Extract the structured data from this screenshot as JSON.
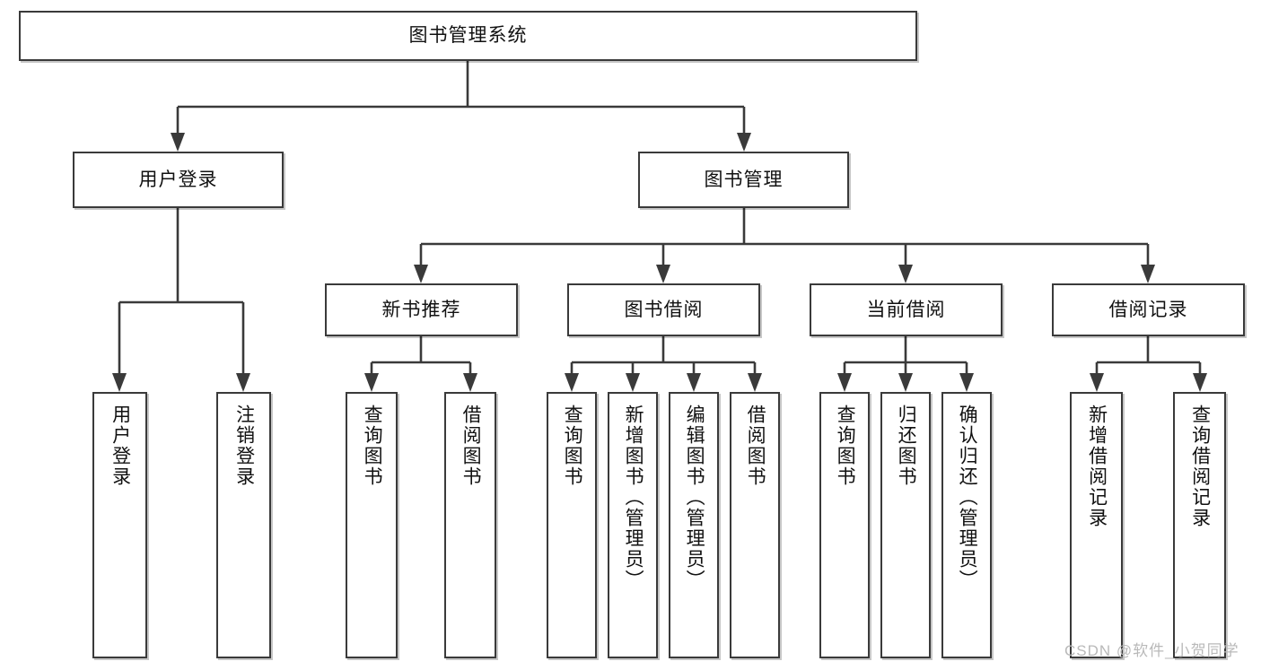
{
  "diagram": {
    "type": "tree-hierarchy-chart",
    "title": "图书管理系统",
    "watermark": "CSDN @软件_小贺同学",
    "colors": {
      "box_border": "#3a3a3a",
      "box_fill": "#ffffff",
      "connector": "#3a3a3a",
      "text": "#111111",
      "watermark": "#b9b9b9"
    },
    "levels": {
      "root": {
        "label": "图书管理系统"
      },
      "level2": [
        {
          "id": "user-login",
          "label": "用户登录"
        },
        {
          "id": "book-management",
          "label": "图书管理"
        }
      ],
      "level3": [
        {
          "id": "new-book-recommend",
          "label": "新书推荐",
          "parent": "book-management"
        },
        {
          "id": "book-borrow",
          "label": "图书借阅",
          "parent": "book-management"
        },
        {
          "id": "current-borrow",
          "label": "当前借阅",
          "parent": "book-management"
        },
        {
          "id": "borrow-record",
          "label": "借阅记录",
          "parent": "book-management"
        }
      ],
      "leaves": [
        {
          "id": "leaf-user-login",
          "label": "用户登录",
          "parent": "user-login"
        },
        {
          "id": "leaf-logout-login",
          "label": "注销登录",
          "parent": "user-login"
        },
        {
          "id": "leaf-query-book-1",
          "label": "查询图书",
          "parent": "new-book-recommend"
        },
        {
          "id": "leaf-borrow-book-1",
          "label": "借阅图书",
          "parent": "new-book-recommend"
        },
        {
          "id": "leaf-query-book-2",
          "label": "查询图书",
          "parent": "book-borrow"
        },
        {
          "id": "leaf-add-book",
          "label": "新增图书（管理员）",
          "parent": "book-borrow"
        },
        {
          "id": "leaf-edit-book",
          "label": "编辑图书（管理员）",
          "parent": "book-borrow"
        },
        {
          "id": "leaf-borrow-book-2",
          "label": "借阅图书",
          "parent": "book-borrow"
        },
        {
          "id": "leaf-query-book-3",
          "label": "查询图书",
          "parent": "current-borrow"
        },
        {
          "id": "leaf-return-book",
          "label": "归还图书",
          "parent": "current-borrow"
        },
        {
          "id": "leaf-confirm-return",
          "label": "确认归还（管理员）",
          "parent": "current-borrow"
        },
        {
          "id": "leaf-add-record",
          "label": "新增借阅记录",
          "parent": "borrow-record"
        },
        {
          "id": "leaf-query-record",
          "label": "查询借阅记录",
          "parent": "borrow-record"
        }
      ]
    }
  }
}
